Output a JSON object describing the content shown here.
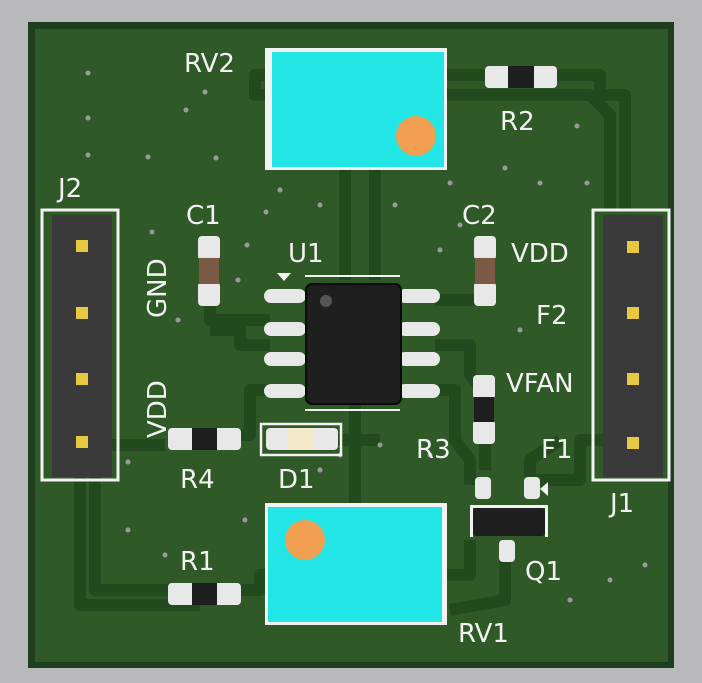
{
  "colors": {
    "background": "#b9b9bb",
    "board_edge": "#1f3d1f",
    "board": "#2f5a28",
    "trace": "#234a1e",
    "pad": "#e8e8e8",
    "silkscreen": "#f2f2f2",
    "trimpot_body": "#22e6e6",
    "trimpot_knob": "#f0a050",
    "ic_body": "#1f1f1f",
    "header_body": "#3a3a3a",
    "header_pin": "#e8c840"
  },
  "labels": {
    "rv2": "RV2",
    "r2": "R2",
    "j2": "J2",
    "c1": "C1",
    "u1": "U1",
    "c2": "C2",
    "vdd_j1": "VDD",
    "gnd": "GND",
    "f2": "F2",
    "vfan": "VFAN",
    "vdd_j2": "VDD",
    "r3": "R3",
    "f1": "F1",
    "r4": "R4",
    "d1": "D1",
    "j1": "J1",
    "r1": "R1",
    "q1": "Q1",
    "rv1": "RV1"
  }
}
